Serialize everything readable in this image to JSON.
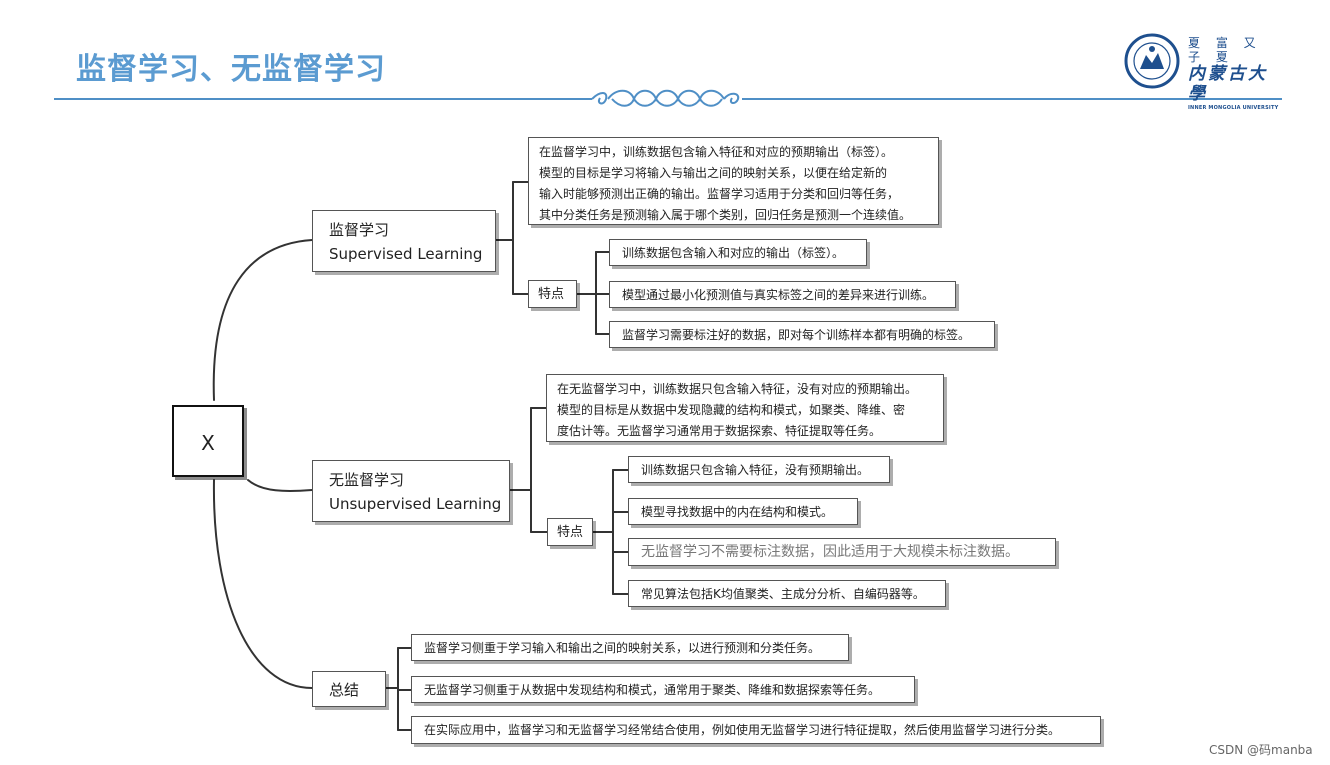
{
  "header": {
    "title": "监督学习、无监督学习"
  },
  "logo": {
    "line1": "夏 富 又 子 夏",
    "line2": "内蒙古大學",
    "line3": "INNER MONGOLIA UNIVERSITY"
  },
  "mindmap": {
    "root": "X",
    "supervised": {
      "title_cn": "监督学习",
      "title_en": "Supervised Learning",
      "description": [
        " 在监督学习中，训练数据包含输入特征和对应的预期输出（标签）。",
        "模型的目标是学习将输入与输出之间的映射关系，以便在给定新的",
        "输入时能够预测出正确的输出。监督学习适用于分类和回归等任务，",
        "其中分类任务是预测输入属于哪个类别，回归任务是预测一个连续值。"
      ],
      "feature_label": "特点",
      "features": [
        "训练数据包含输入和对应的输出（标签）。",
        "模型通过最小化预测值与真实标签之间的差异来进行训练。",
        "监督学习需要标注好的数据，即对每个训练样本都有明确的标签。"
      ]
    },
    "unsupervised": {
      "title_cn": "无监督学习",
      "title_en": "Unsupervised Learning",
      "description": [
        "在无监督学习中，训练数据只包含输入特征，没有对应的预期输出。",
        "模型的目标是从数据中发现隐藏的结构和模式，如聚类、降维、密",
        "度估计等。无监督学习通常用于数据探索、特征提取等任务。"
      ],
      "feature_label": "特点",
      "features": [
        "训练数据只包含输入特征，没有预期输出。",
        "模型寻找数据中的内在结构和模式。",
        "无监督学习不需要标注数据，因此适用于大规模未标注数据。",
        "常见算法包括K均值聚类、主成分分析、自编码器等。"
      ]
    },
    "summary": {
      "title": "总结",
      "items": [
        "监督学习侧重于学习输入和输出之间的映射关系，以进行预测和分类任务。",
        "无监督学习侧重于从数据中发现结构和模式，通常用于聚类、降维和数据探索等任务。",
        "在实际应用中，监督学习和无监督学习经常结合使用，例如使用无监督学习进行特征提取，然后使用监督学习进行分类。"
      ]
    }
  },
  "watermark": "CSDN @码manba"
}
